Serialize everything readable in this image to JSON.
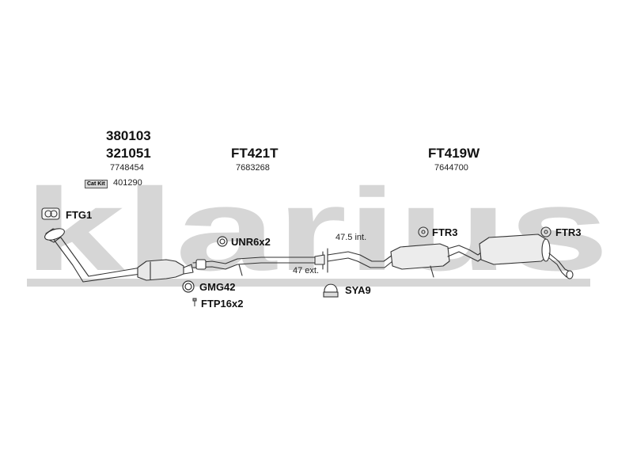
{
  "watermark": {
    "text": "klarius",
    "color": "#d6d6d6"
  },
  "groups": [
    {
      "codes": [
        "380103",
        "321051"
      ],
      "oe_number": "7748454",
      "cat_kit_badge": "Cat Kit",
      "cat_kit_number": "401290"
    },
    {
      "codes": [
        "FT421T"
      ],
      "oe_number": "7683268"
    },
    {
      "codes": [
        "FT419W"
      ],
      "oe_number": "7644700"
    }
  ],
  "fittings": {
    "ftg1": "FTG1",
    "unr6x2": "UNR6x2",
    "gmg42": "GMG42",
    "ftp16x2": "FTP16x2",
    "sya9": "SYA9",
    "ftr3_left": "FTR3",
    "ftr3_right": "FTR3"
  },
  "dimensions": {
    "internal": "47.5 int.",
    "external": "47 ext."
  },
  "icons": {
    "flange_gasket": "flange-gasket-icon",
    "clamp_ring": "clamp-ring-icon",
    "gasket_ring": "gasket-ring-icon",
    "bolt": "bolt-icon",
    "rubber_hanger": "rubber-hanger-icon",
    "clamp": "clamp-icon"
  }
}
